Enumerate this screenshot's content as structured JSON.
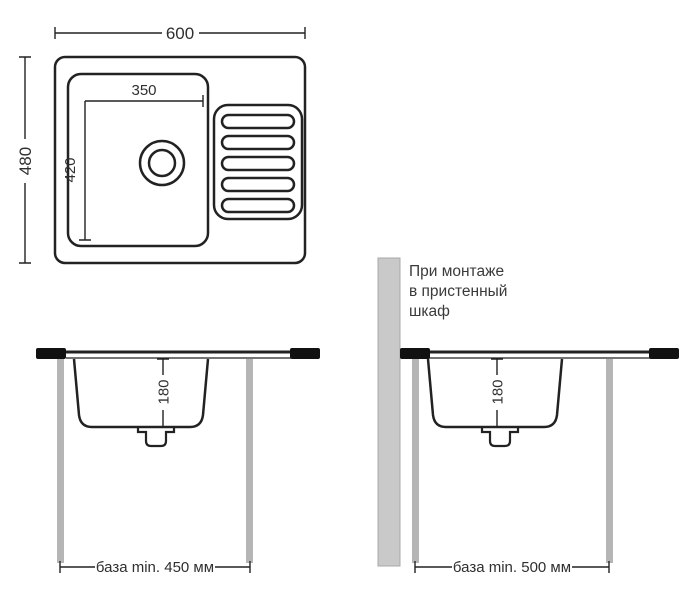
{
  "colors": {
    "line": "#222222",
    "leg_gray": "#b5b5b5",
    "wall_gray": "#c9c9c9",
    "black_tab": "#111111"
  },
  "top_view": {
    "width_label": "600",
    "height_label": "480",
    "bowl_width_label": "350",
    "bowl_height_label": "420"
  },
  "front_view_left": {
    "depth_label": "180",
    "base_label": "база min. 450 мм"
  },
  "front_view_right": {
    "depth_label": "180",
    "base_label": "база min. 500 мм",
    "note": {
      "line1": "При монтаже",
      "line2": "в пристенный",
      "line3": "шкаф"
    }
  }
}
